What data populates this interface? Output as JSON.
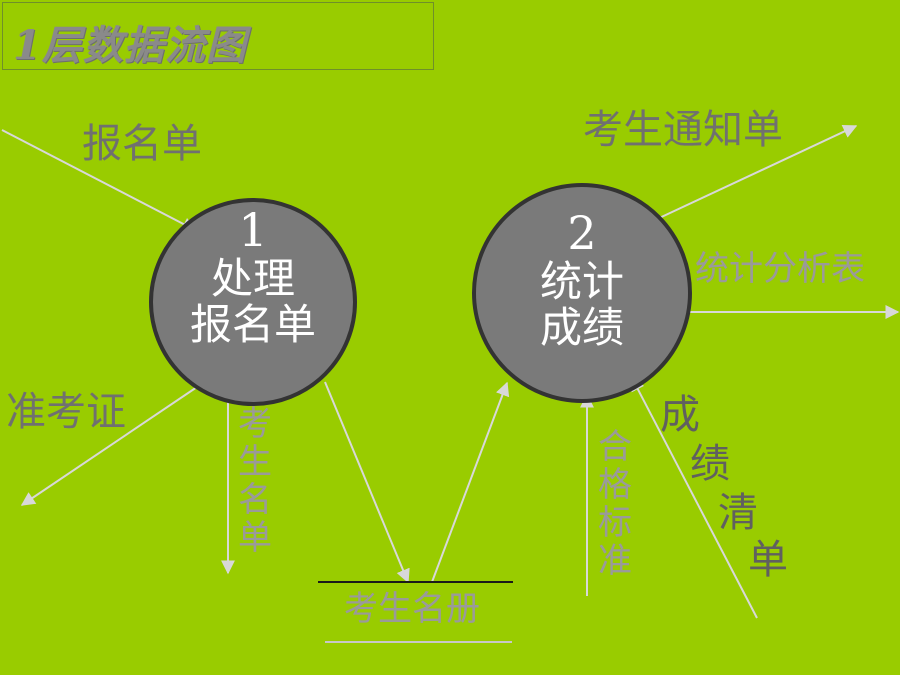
{
  "title": "1层数据流图",
  "processes": [
    {
      "number": "1",
      "lines": [
        "处理",
        "报名单"
      ]
    },
    {
      "number": "2",
      "lines": [
        "统计",
        "成绩"
      ]
    }
  ],
  "flows": {
    "registration_form": "报名单",
    "admission_ticket": "准考证",
    "student_list_flow": [
      "考",
      "生",
      "名",
      "单"
    ],
    "exam_notice": "考生通知单",
    "stats_table": "统计分析表",
    "pass_standard": [
      "合",
      "格",
      "标",
      "准"
    ],
    "score_list": [
      "成",
      "绩",
      "清",
      "单"
    ]
  },
  "data_store": "考生名册",
  "colors": {
    "background": "#99cc00",
    "node_fill": "#7a7a7a",
    "node_stroke": "#333333",
    "arrow": "#d8d8d8"
  }
}
